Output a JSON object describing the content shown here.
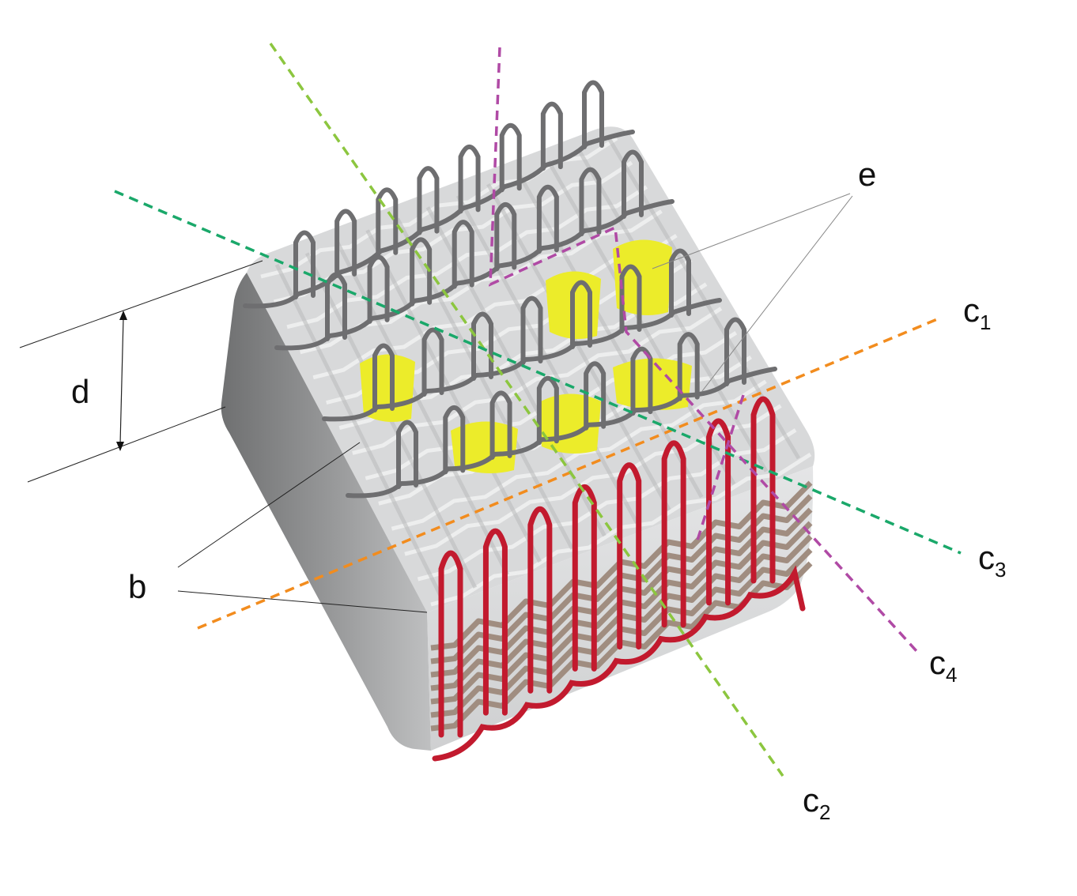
{
  "labels": {
    "d": "d",
    "b": "b",
    "e": "e",
    "c1": {
      "base": "c",
      "sub": "1"
    },
    "c2": {
      "base": "c",
      "sub": "2"
    },
    "c3": {
      "base": "c",
      "sub": "3"
    },
    "c4": {
      "base": "c",
      "sub": "4"
    }
  },
  "colors": {
    "top_loops": "#6e6e70",
    "front_loops": "#c21a2e",
    "front_weft": "#a08d80",
    "patches": "#ecec2a",
    "block_top": "#d6d7d8",
    "block_side": "#8d8e8f",
    "c1_line": "#f28c1e",
    "c2_line": "#8cc63f",
    "c3_line": "#1aa86a",
    "c4_line": "#b04aa5"
  }
}
